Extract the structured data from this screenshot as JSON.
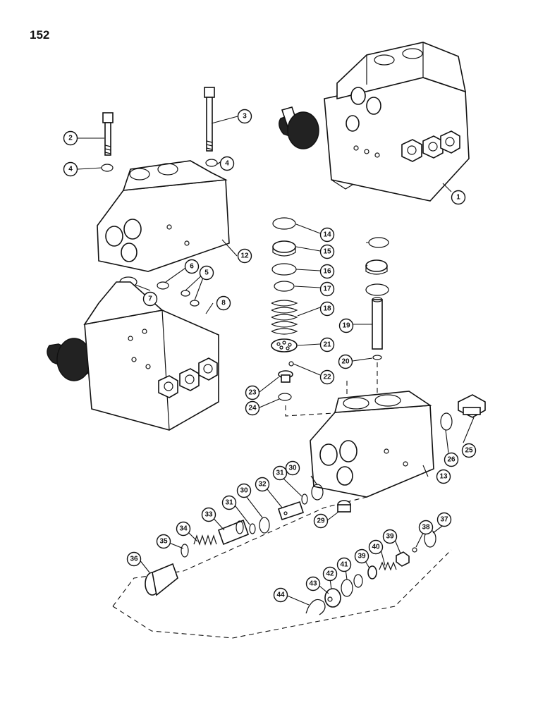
{
  "page_number": "152",
  "callouts": [
    "1",
    "2",
    "3",
    "4",
    "4",
    "5",
    "6",
    "7",
    "8",
    "12",
    "13",
    "14",
    "14",
    "15",
    "15",
    "16",
    "16",
    "17",
    "18",
    "19",
    "20",
    "21",
    "22",
    "23",
    "24",
    "25",
    "26",
    "29",
    "30",
    "30",
    "31",
    "31",
    "32",
    "33",
    "34",
    "35",
    "36",
    "37",
    "38",
    "39",
    "39",
    "40",
    "41",
    "42",
    "43",
    "44"
  ]
}
